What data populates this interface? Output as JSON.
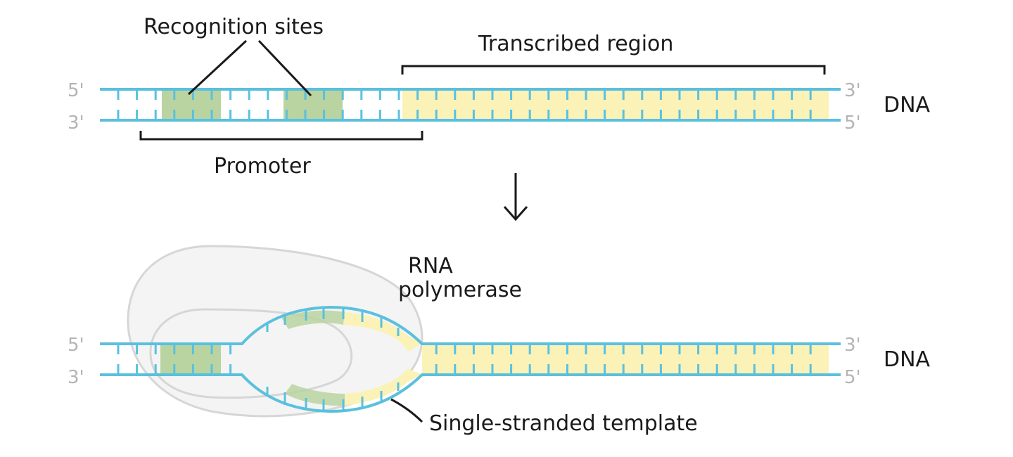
{
  "labels": {
    "recognition_sites": "Recognition sites",
    "transcribed_region": "Transcribed region",
    "promoter": "Promoter",
    "rna_polymerase_line1": "RNA",
    "rna_polymerase_line2": "polymerase",
    "single_stranded_template": "Single-stranded template",
    "dna_top": "DNA",
    "dna_bottom": "DNA"
  },
  "strand_ends": {
    "top_left_upper": "5'",
    "top_left_lower": "3'",
    "top_right_upper": "3'",
    "top_right_lower": "5'",
    "bottom_left_upper": "5'",
    "bottom_left_lower": "3'",
    "bottom_right_upper": "3'",
    "bottom_right_lower": "5'"
  },
  "colors": {
    "strand": "#5bc0de",
    "recognition_site": "#b9d4a0",
    "transcribed_region": "#fbf2b8",
    "polymerase": "#f4f4f4",
    "polymerase_outline": "#d6d6d6",
    "prime_text": "#b4b4b4",
    "ink": "#1a1a1a"
  },
  "arrow": "down-arrow"
}
